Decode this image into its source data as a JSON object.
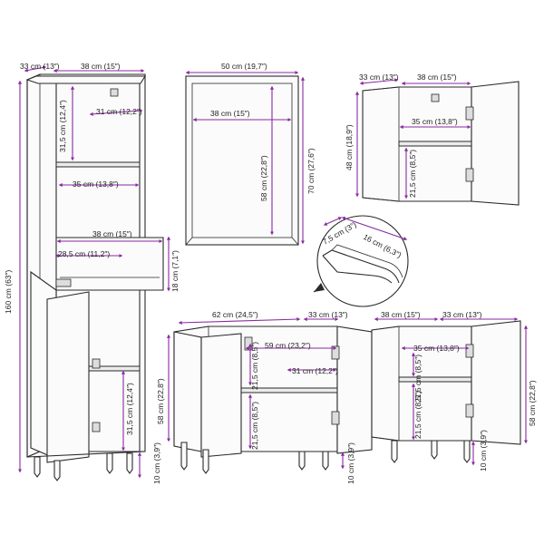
{
  "colors": {
    "dimension_line": "#8a2aa0",
    "outline": "#2a2a2a"
  },
  "tall_cabinet": {
    "depth": "33 cm (13″)",
    "width": "38 cm (15″)",
    "compartment_height": "31,5 cm (12,4″)",
    "inner_depth_upper": "31 cm (12,2″)",
    "inner_width_shelf": "35 cm (13,8″)",
    "drawer_width": "38 cm (15″)",
    "drawer_inner": "28,5 cm (11,2″)",
    "drawer_height": "18 cm (7,1″)",
    "total_height": "160 cm (63″)",
    "lower_compartment_height": "31,5 cm (12,4″)",
    "leg_height": "10 cm (3,9″)"
  },
  "mirror": {
    "width": "50 cm (19,7″)",
    "inner_width": "38 cm (15″)",
    "inner_height": "58 cm (22,8″)",
    "height": "70 cm (27,6″)"
  },
  "wall_cabinet": {
    "depth": "33 cm (13″)",
    "width": "38 cm (15″)",
    "height": "48 cm (18,9″)",
    "shelf_width": "35 cm (13,8″)",
    "lower_compartment": "21,5 cm (8,5″)"
  },
  "edge_detail": {
    "radius_small": "7,5 cm (3″)",
    "radius_large": "16 cm (6,3″)"
  },
  "sink_cabinet": {
    "width": "62 cm (24,5″)",
    "depth": "33 cm (13″)",
    "inner_width": "59 cm (23,2″)",
    "upper_compartment": "21,5 cm (8,5″)",
    "inner_depth": "31 cm (12,2″)",
    "lower_compartment": "21,5 cm (8,5″)",
    "height": "58 cm (22,8″)",
    "leg_height": "10 cm (3,9″)"
  },
  "base_cabinet": {
    "width": "38 cm (15″)",
    "depth": "33 cm (13″)",
    "shelf_width": "35 cm (13,8″)",
    "upper_compartment": "21,5 cm (8,5″)",
    "lower_compartment": "21,5 cm (8,5″)",
    "height": "58 cm (22,8″)",
    "leg_height": "10 cm (3,9″)"
  }
}
